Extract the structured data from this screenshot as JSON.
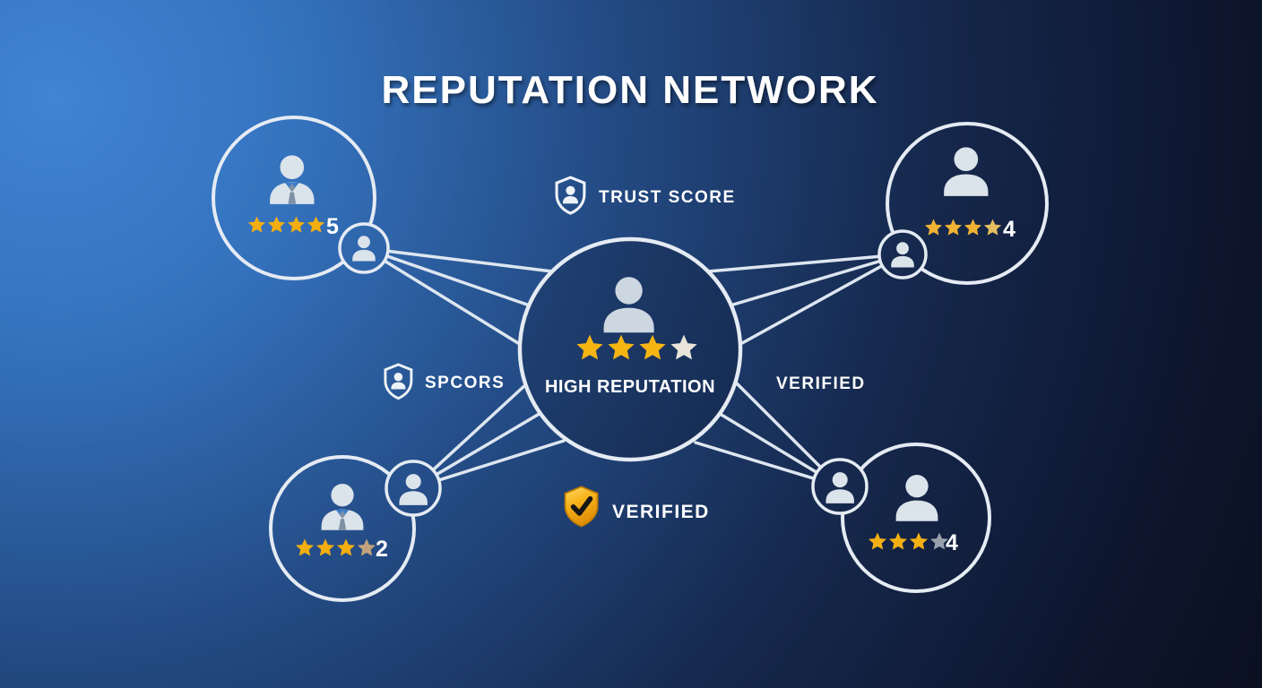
{
  "title": "REPUTATION NETWORK",
  "center_node": {
    "label": "HIGH REPUTATION",
    "rating": {
      "filled": 3,
      "total": 4,
      "star_colors": [
        "#f6b513",
        "#f6b513",
        "#f6b513",
        "#e9e4da"
      ]
    }
  },
  "nodes": {
    "top_left": {
      "score": "5",
      "person_type": "business",
      "rating": {
        "filled": 4,
        "total": 4,
        "star_colors": [
          "#f3ae10",
          "#f3ae10",
          "#f3ae10",
          "#f3ae10"
        ]
      }
    },
    "top_right": {
      "score": "4",
      "person_type": "plain",
      "rating": {
        "filled": 4,
        "total": 4,
        "star_colors": [
          "#f0b232",
          "#f0b232",
          "#f0b232",
          "#e4bc62"
        ]
      }
    },
    "bottom_left": {
      "score": "2",
      "person_type": "business",
      "rating": {
        "filled": 3,
        "total": 4,
        "star_colors": [
          "#f3ae10",
          "#f3ae10",
          "#f3ae10",
          "#c2a27c"
        ]
      }
    },
    "bottom_right": {
      "score": "4",
      "person_type": "plain",
      "rating": {
        "filled": 3,
        "total": 4,
        "star_colors": [
          "#f2b013",
          "#f2b013",
          "#f2b013",
          "#97a0ab"
        ]
      }
    }
  },
  "annotations": {
    "trust_score": "TRUST SCORE",
    "spcors": "SPCORS",
    "verified_right": "VERIFIED",
    "verified_bottom": "VERIFIED"
  },
  "colors": {
    "background_light": "#4084d4",
    "background_dark": "#090e1b",
    "line_white": "#dde6f0",
    "star_gold": "#f6b513",
    "verified_shield_gold": "#f6b21b",
    "text": "#ffffff"
  },
  "icons": [
    "person-icon",
    "business-person-icon",
    "shield-person-icon",
    "verified-shield-icon",
    "star-icon"
  ]
}
